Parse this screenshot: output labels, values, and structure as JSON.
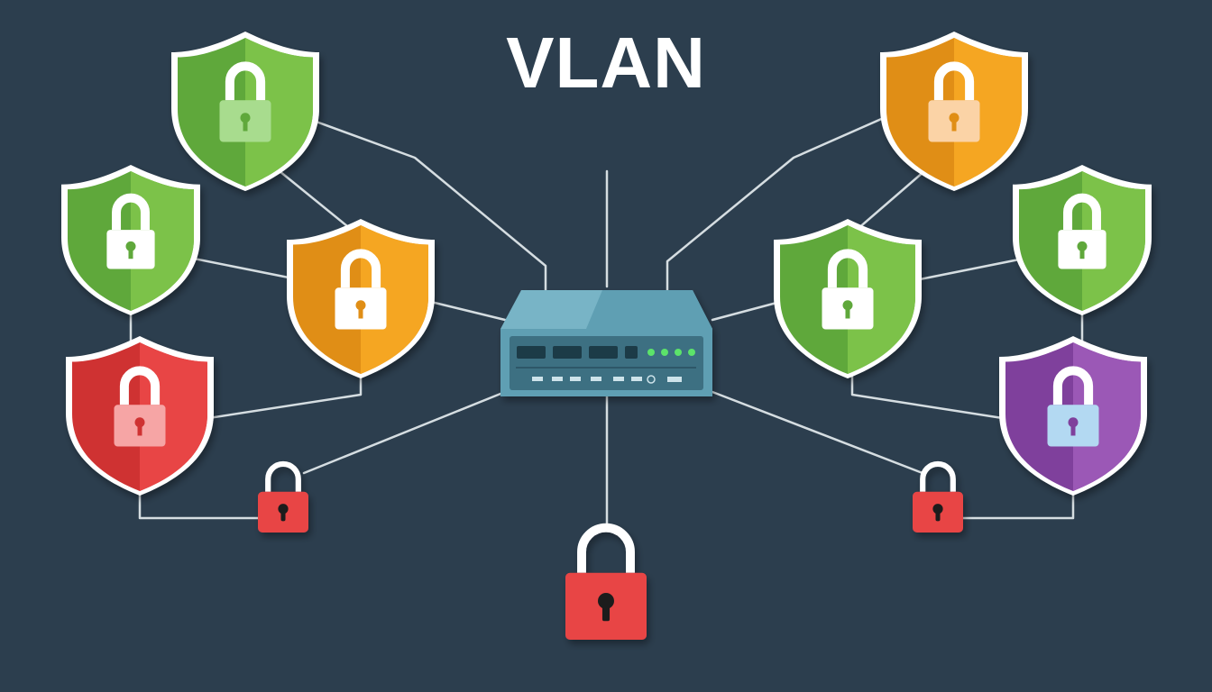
{
  "diagram": {
    "title": "VLAN",
    "colors": {
      "background": "#2c3e4e",
      "green": "#7cc24a",
      "green_dark": "#5fa83b",
      "orange": "#f5a623",
      "orange_dark": "#e08e12",
      "red": "#e84545",
      "red_dark": "#cf3030",
      "purple": "#9b59b6",
      "purple_dark": "#7f3f9c",
      "line": "#e8eef2",
      "switch_body": "#5e9fb3",
      "switch_top": "#78b4c6",
      "switch_front": "#3d6f82",
      "led": "#5be36a"
    },
    "nodes": [
      {
        "name": "shield-green-top-left",
        "icon": "shield-lock-icon",
        "color": "green",
        "lock": "light"
      },
      {
        "name": "shield-green-mid-left",
        "icon": "shield-lock-icon",
        "color": "green",
        "lock": "white"
      },
      {
        "name": "shield-orange-inner-left",
        "icon": "shield-lock-icon",
        "color": "orange",
        "lock": "white"
      },
      {
        "name": "shield-red-bottom-left",
        "icon": "shield-lock-icon",
        "color": "red",
        "lock": "light"
      },
      {
        "name": "shield-orange-top-right",
        "icon": "shield-lock-icon",
        "color": "orange",
        "lock": "light"
      },
      {
        "name": "shield-green-mid-right",
        "icon": "shield-lock-icon",
        "color": "green",
        "lock": "white"
      },
      {
        "name": "shield-green-inner-right",
        "icon": "shield-lock-icon",
        "color": "green",
        "lock": "white"
      },
      {
        "name": "shield-purple-bottom-right",
        "icon": "shield-lock-icon",
        "color": "purple",
        "lock": "blue"
      },
      {
        "name": "padlock-small-left",
        "icon": "padlock-icon",
        "color": "red"
      },
      {
        "name": "padlock-small-right",
        "icon": "padlock-icon",
        "color": "red"
      },
      {
        "name": "padlock-large-bottom",
        "icon": "padlock-icon",
        "color": "red"
      },
      {
        "name": "network-switch",
        "icon": "network-switch-icon",
        "color": "switch_body"
      }
    ]
  }
}
